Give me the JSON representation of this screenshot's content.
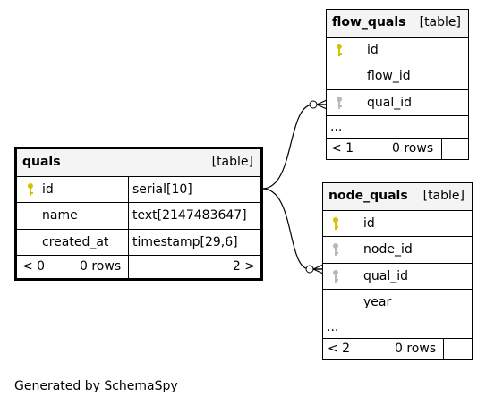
{
  "tables": {
    "quals": {
      "name": "quals",
      "type": "[table]",
      "columns": [
        {
          "name": "id",
          "datatype": "serial[10]",
          "key": "primary"
        },
        {
          "name": "name",
          "datatype": "text[2147483647]",
          "key": "none"
        },
        {
          "name": "created_at",
          "datatype": "timestamp[29,6]",
          "key": "none"
        }
      ],
      "footer": {
        "parents": "< 0",
        "rows": "0 rows",
        "children": "2 >"
      }
    },
    "flow_quals": {
      "name": "flow_quals",
      "type": "[table]",
      "columns": [
        {
          "name": "id",
          "key": "primary"
        },
        {
          "name": "flow_id",
          "key": "none"
        },
        {
          "name": "qual_id",
          "key": "foreign"
        }
      ],
      "more": "...",
      "footer": {
        "parents": "< 1",
        "rows": "0 rows",
        "children": ""
      }
    },
    "node_quals": {
      "name": "node_quals",
      "type": "[table]",
      "columns": [
        {
          "name": "id",
          "key": "primary"
        },
        {
          "name": "node_id",
          "key": "foreign"
        },
        {
          "name": "qual_id",
          "key": "foreign"
        },
        {
          "name": "year",
          "key": "none"
        }
      ],
      "more": "...",
      "footer": {
        "parents": "< 2",
        "rows": "0 rows",
        "children": ""
      }
    }
  },
  "colors": {
    "primary_key": "#d4c200",
    "foreign_key": "#b8b8b8",
    "header_bg": "#f4f4f4"
  },
  "credit": "Generated by SchemaSpy"
}
